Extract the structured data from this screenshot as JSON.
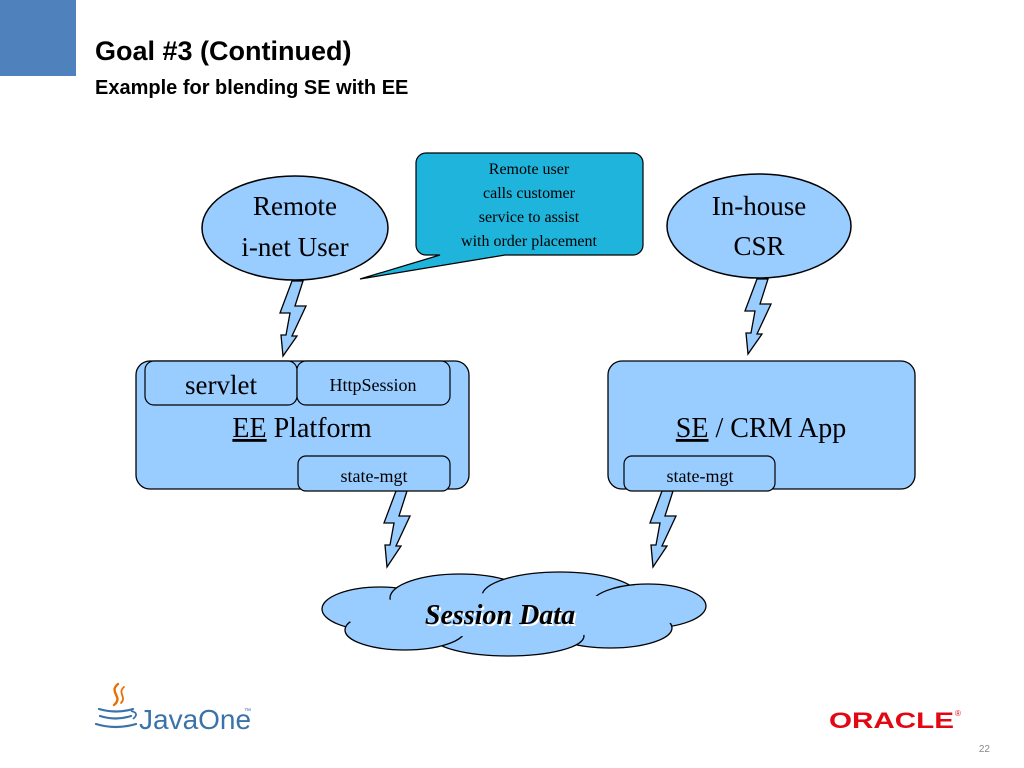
{
  "slide": {
    "title": "Goal #3 (Continued)",
    "subtitle": "Example for blending SE with EE",
    "page_number": "22"
  },
  "colors": {
    "corner_accent": "#4f81bd",
    "node_fill": "#99ccff",
    "callout_fill": "#1fb4dc",
    "bolt_fill": "#99ccff",
    "oracle_red": "#e30613",
    "javaone_blue": "#3b73a8",
    "java_orange": "#e76f00"
  },
  "diagram": {
    "remote_user": {
      "line1": "Remote",
      "line2": "i-net User"
    },
    "inhouse_csr": {
      "line1": "In-house",
      "line2": "CSR"
    },
    "callout": {
      "line1": "Remote user",
      "line2": "calls customer",
      "line3": "service to assist",
      "line4": "with order placement"
    },
    "ee_platform": {
      "servlet": "servlet",
      "httpsession": "HttpSession",
      "label_ee": "EE",
      "label_rest": " Platform",
      "state_mgt": "state-mgt"
    },
    "se_crm": {
      "label_se": "SE",
      "label_rest": " / CRM App",
      "state_mgt": "state-mgt"
    },
    "session_data": "Session Data"
  },
  "logos": {
    "javaone": {
      "text": "JavaOne",
      "tm": "™",
      "icon": "java-cup-icon"
    },
    "oracle": {
      "text": "ORACLE",
      "reg": "®"
    }
  }
}
